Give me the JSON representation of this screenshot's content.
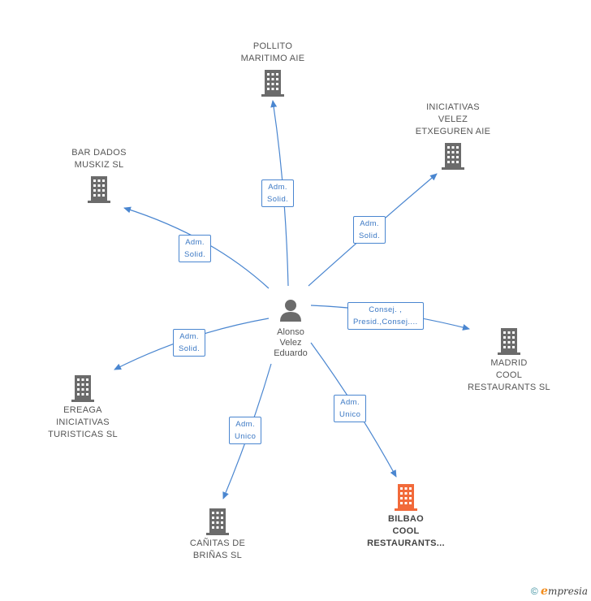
{
  "center": {
    "label": "Alonso\nVelez\nEduardo",
    "icon": "person-icon"
  },
  "colors": {
    "edge": "#4a86d0",
    "building": "#6b6b6b",
    "focus_building": "#f26a3a"
  },
  "nodes": [
    {
      "id": "pollito",
      "label": "POLLITO\nMARITIMO  AIE",
      "icon": "building-icon"
    },
    {
      "id": "iniciativas",
      "label": "INICIATIVAS\nVELEZ\nETXEGUREN AIE",
      "icon": "building-icon"
    },
    {
      "id": "bardados",
      "label": "BAR DADOS\nMUSKIZ SL",
      "icon": "building-icon"
    },
    {
      "id": "madrid",
      "label": "MADRID\nCOOL\nRESTAURANTS SL",
      "icon": "building-icon"
    },
    {
      "id": "ereaga",
      "label": "EREAGA\nINICIATIVAS\nTURISTICAS SL",
      "icon": "building-icon"
    },
    {
      "id": "canitas",
      "label": "CAÑITAS DE\nBRIÑAS  SL",
      "icon": "building-icon"
    },
    {
      "id": "bilbao",
      "label": "BILBAO\nCOOL\nRESTAURANTS...",
      "icon": "building-icon",
      "focus": true
    }
  ],
  "edges": [
    {
      "to": "pollito",
      "label": "Adm.\nSolid."
    },
    {
      "to": "iniciativas",
      "label": "Adm.\nSolid."
    },
    {
      "to": "bardados",
      "label": "Adm.\nSolid."
    },
    {
      "to": "madrid",
      "label": "Consej. ,\nPresid.,Consej...."
    },
    {
      "to": "ereaga",
      "label": "Adm.\nSolid."
    },
    {
      "to": "canitas",
      "label": "Adm.\nUnico"
    },
    {
      "to": "bilbao",
      "label": "Adm.\nUnico"
    }
  ],
  "footer": {
    "copyright": "©",
    "brand_e": "e",
    "brand_rest": "mpresia"
  }
}
